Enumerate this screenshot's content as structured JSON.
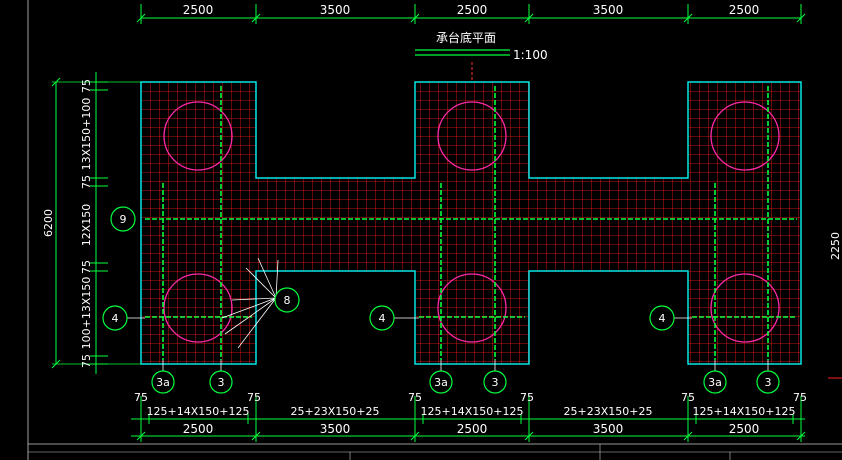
{
  "drawing": {
    "title": "承台底平面",
    "scale": "1:100",
    "top_dims": [
      "2500",
      "3500",
      "2500",
      "3500",
      "2500"
    ],
    "bottom_dims": [
      "2500",
      "3500",
      "2500",
      "3500",
      "2500"
    ],
    "rebar_dims": [
      "125+14X150+125",
      "25+23X150+25",
      "125+14X150+125",
      "25+23X150+25",
      "125+14X150+125"
    ],
    "edge_75": "75",
    "left_total": "6200",
    "left_dims": [
      "75",
      "13X150+100",
      "75",
      "12X150",
      "75",
      "100+13X150",
      "75"
    ],
    "right_dim": "2250",
    "tags": {
      "t9": "9",
      "t8": "8",
      "t4a": "4",
      "t4b": "4",
      "t4c": "4",
      "t3a1": "3a",
      "t3b1": "3",
      "t3a2": "3a",
      "t3b2": "3",
      "t3a3": "3a",
      "t3b3": "3"
    }
  },
  "colors": {
    "background": "#000000",
    "mesh": "#ff1a1a",
    "outline": "#00e5e5",
    "rebar": "#00ff3c",
    "pile": "#ff2aa8",
    "dimension": "#00ff3c",
    "text": "#ffffff"
  }
}
